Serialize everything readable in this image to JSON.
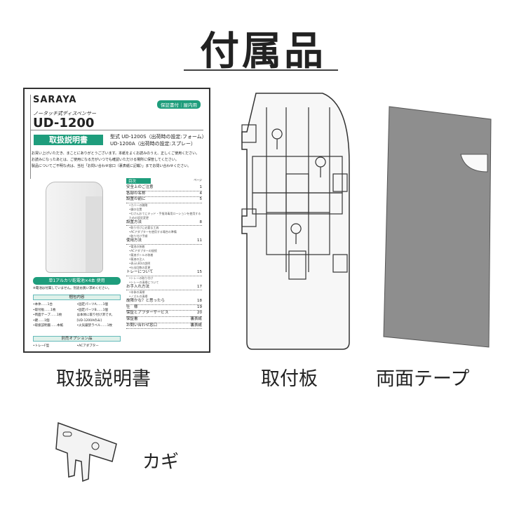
{
  "title": "付属品",
  "manual": {
    "brand": "SARAYA",
    "badge": "保証書付｜屋内用",
    "subtitle": "ノータッチ式ディスペンサー",
    "model": "UD-1200",
    "doc_title": "取扱説明書",
    "variants": [
      "型式 UD-1200S（出荷時の設定:フォーム）",
      "UD-1200A（出荷時の設定:スプレー）"
    ],
    "intro": [
      "お買い上げいただき、まことにありがとうございます。本紙をよくお読みのうえ、正しくご使用ください。",
      "お読みになったあとは、ご使用になる方がいつでも確認いただける場所に保管してください。",
      "製品についてご不明な点は、当社「お問い合わせ窓口（裏表紙に記載）」までお問い合わせください。"
    ],
    "battery_banner": "単1アルカリ乾電池×4本 使用",
    "battery_note": "※電池は付属していません。別途お買い求めください。",
    "contents_title": "梱包内容",
    "contents": [
      "•本体……1台",
      "•固定パーツA……1個",
      "•取付板……1枚",
      "•固定パーツB……1個",
      "•両面テープ……1枚",
      "は本体に取り付け済です。",
      "•鍵……1個",
      "[UD-1200Aのみ]",
      "•取扱説明書……本紙",
      "•火気厳禁ラベル……1枚"
    ],
    "options_title": "別売オプション品",
    "options": [
      "•トレーF型",
      "•ACアダプター"
    ],
    "toc_title": "目次",
    "toc_page": "ページ",
    "toc": [
      {
        "label": "安全上のご注意",
        "page": "1",
        "subs": []
      },
      {
        "label": "各部の名称",
        "page": "4",
        "subs": []
      },
      {
        "label": "設置の前に",
        "page": "5",
        "subs": [
          "•カバーの開閉",
          "•鍵の位置",
          "•むけんおてにキッド・手指消毒用ローションを使用するための設定変更"
        ]
      },
      {
        "label": "設置方法",
        "page": "8",
        "subs": [
          "•取り付けに必要な工具",
          "•ACアダプターを使用する場合の準備",
          "•取り付け手順"
        ]
      },
      {
        "label": "使用方法",
        "page": "11",
        "subs": [
          "•電池の装着",
          "•ACアダプターの接続",
          "•薬液ボトルの装着",
          "•薬液の注入",
          "•表示LEDの説明",
          "•吐出回数の変更"
        ]
      },
      {
        "label": "トレーについて",
        "page": "15",
        "subs": [
          "•トレーの取り付け",
          "•トレーの清掃について"
        ]
      },
      {
        "label": "お手入れ方法",
        "page": "17",
        "subs": [
          "•本体の清掃",
          "•ノズルの清掃"
        ]
      },
      {
        "label": "故障かな？と思ったら",
        "page": "18",
        "subs": []
      },
      {
        "label": "仕　様",
        "page": "19",
        "subs": []
      },
      {
        "label": "保証とアフターサービス",
        "page": "20",
        "subs": []
      },
      {
        "label": "保証書",
        "page": "裏表紙",
        "subs": []
      },
      {
        "label": "お問い合わせ窓口",
        "page": "裏表紙",
        "subs": []
      }
    ]
  },
  "labels": {
    "manual": "取扱説明書",
    "plate": "取付板",
    "tape": "両面テープ",
    "key": "カギ"
  },
  "colors": {
    "accent": "#1e9d7c"
  }
}
